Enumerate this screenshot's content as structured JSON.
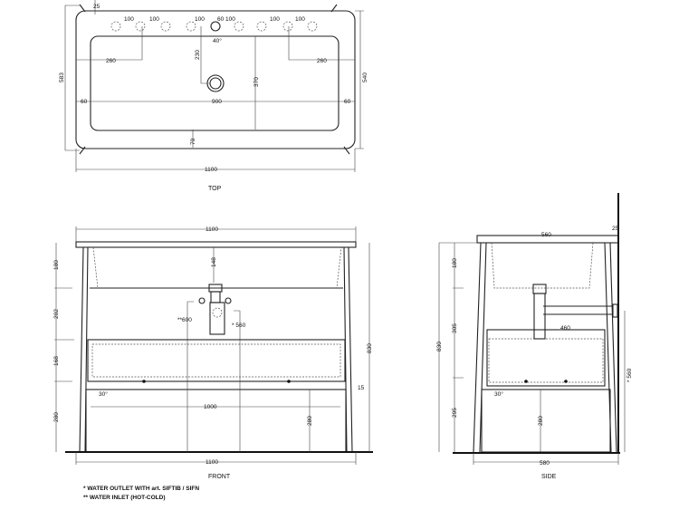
{
  "views": {
    "top": {
      "label": "TOP",
      "dims": {
        "width_1100": "1100",
        "depth_583": "583",
        "depth_540": "540",
        "offset_25": "25",
        "hole_100_a": "100",
        "hole_100_b": "100",
        "hole_100_c": "100",
        "hole_60": "60",
        "hole_100_d": "100",
        "hole_100_e": "100",
        "hole_100_f": "100",
        "angle_40": "40°",
        "drain_230": "230",
        "side_260_l": "260",
        "side_260_r": "260",
        "basin_370": "370",
        "margin_60_l": "60",
        "basin_900": "900",
        "margin_60_r": "60",
        "front_70": "70"
      }
    },
    "front": {
      "label": "FRONT",
      "dims": {
        "top_1100": "1100",
        "bottom_1100": "1100",
        "h_180": "180",
        "h_202": "202",
        "h_168": "168",
        "h_280": "280",
        "total_830": "830",
        "drain_148": "148",
        "inlet_600": "**600",
        "outlet_560": "* 560",
        "angle_30": "30°",
        "drawer_1000": "1000",
        "drawer_280": "280",
        "gap_15": "15"
      }
    },
    "side": {
      "label": "SIDE",
      "dims": {
        "top_560": "560",
        "wall_25": "25",
        "total_830": "830",
        "h_180": "180",
        "h_305": "305",
        "h_295": "295",
        "drawer_460": "460",
        "outlet_560": "* 560",
        "angle_30": "30°",
        "drawer_280": "280",
        "bottom_580": "580"
      }
    }
  },
  "notes": [
    "* WATER OUTLET WITH art. SIFTIB / SIFN",
    "** WATER INLET (HOT-COLD)"
  ]
}
